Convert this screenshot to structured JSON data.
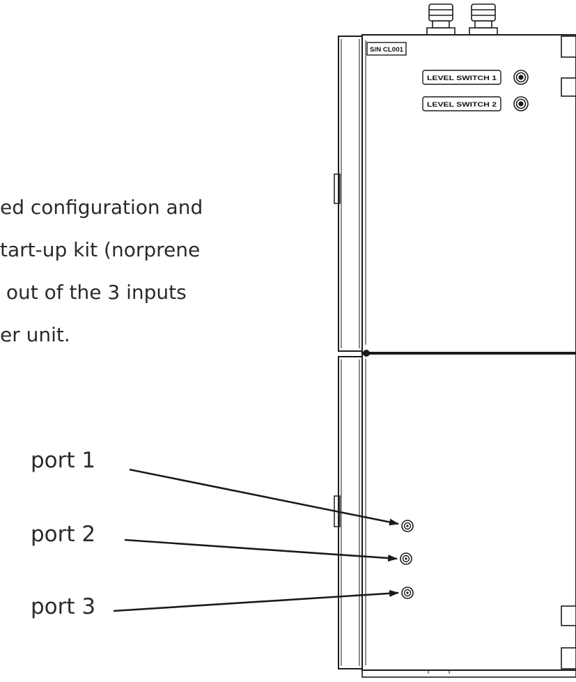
{
  "description_lines": [
    "ed configuration and",
    "tart-up kit (norprene",
    " out of the 3 inputs",
    "er unit."
  ],
  "ports": [
    {
      "label": "port 1"
    },
    {
      "label": "port 2"
    },
    {
      "label": "port 3"
    }
  ],
  "unit": {
    "serial_label": "S/N CL001",
    "level_switches": [
      {
        "label": "LEVEL SWITCH 1"
      },
      {
        "label": "LEVEL SWITCH 2"
      }
    ]
  },
  "colors": {
    "line": "#1a1a1a",
    "text": "#2a2a2a",
    "background": "#ffffff"
  }
}
